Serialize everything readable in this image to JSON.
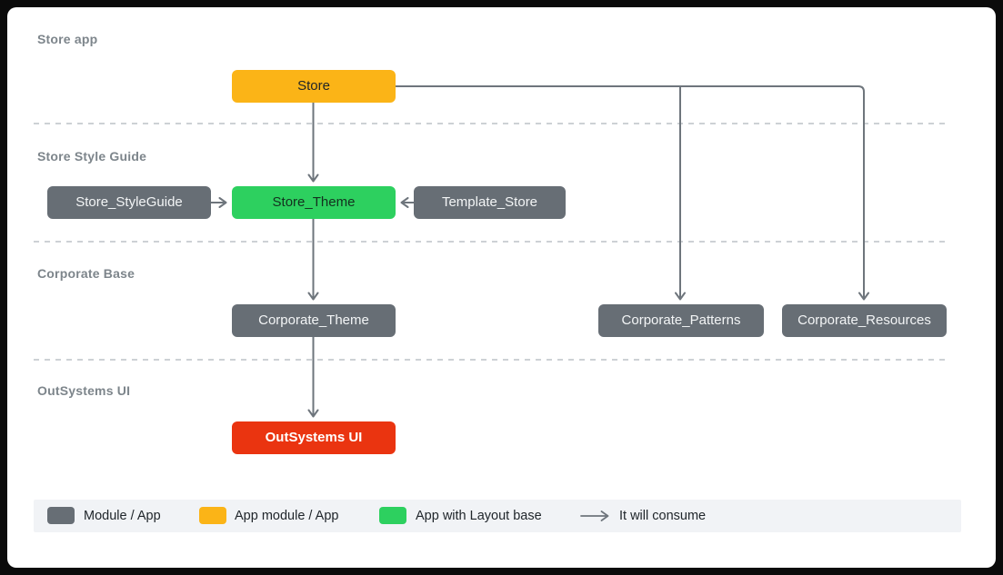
{
  "diagram": {
    "layers": [
      {
        "label": "Store app"
      },
      {
        "label": "Store Style Guide"
      },
      {
        "label": "Corporate Base"
      },
      {
        "label": "OutSystems UI"
      }
    ],
    "nodes": {
      "store": {
        "label": "Store",
        "type": "app-module",
        "color": "#fbb417"
      },
      "store_styleguide": {
        "label": "Store_StyleGuide",
        "type": "module",
        "color": "#676e75"
      },
      "store_theme": {
        "label": "Store_Theme",
        "type": "app-with-layout-base",
        "color": "#2dd05f"
      },
      "template_store": {
        "label": "Template_Store",
        "type": "module",
        "color": "#676e75"
      },
      "corporate_theme": {
        "label": "Corporate_Theme",
        "type": "module",
        "color": "#676e75"
      },
      "corporate_patterns": {
        "label": "Corporate_Patterns",
        "type": "module",
        "color": "#676e75"
      },
      "corporate_resources": {
        "label": "Corporate_Resources",
        "type": "module",
        "color": "#676e75"
      },
      "outsystems_ui": {
        "label": "OutSystems UI",
        "type": "outsystems-ui",
        "color": "#ea3410"
      }
    },
    "edges": [
      {
        "from": "store",
        "to": "store_theme",
        "relation": "consumes"
      },
      {
        "from": "store",
        "to": "corporate_patterns",
        "relation": "consumes"
      },
      {
        "from": "store",
        "to": "corporate_resources",
        "relation": "consumes"
      },
      {
        "from": "store_styleguide",
        "to": "store_theme",
        "relation": "consumes"
      },
      {
        "from": "template_store",
        "to": "store_theme",
        "relation": "consumes"
      },
      {
        "from": "store_theme",
        "to": "corporate_theme",
        "relation": "consumes"
      },
      {
        "from": "corporate_theme",
        "to": "outsystems_ui",
        "relation": "consumes"
      }
    ]
  },
  "legend": {
    "items": [
      {
        "label": "Module / App",
        "swatch": "gray",
        "color": "#676e75"
      },
      {
        "label": "App module / App",
        "swatch": "orange",
        "color": "#fbb417"
      },
      {
        "label": "App with Layout base",
        "swatch": "green",
        "color": "#2dd05f"
      },
      {
        "label": "It will consume",
        "swatch": "arrow",
        "color": "#6e757c"
      }
    ]
  },
  "colors": {
    "background": "#ffffff",
    "frame": "#0b0b0b",
    "arrow": "#6e757c",
    "separator": "#cdd1d5",
    "layer_label": "#7d858b",
    "legend_bar": "#f1f3f6"
  }
}
